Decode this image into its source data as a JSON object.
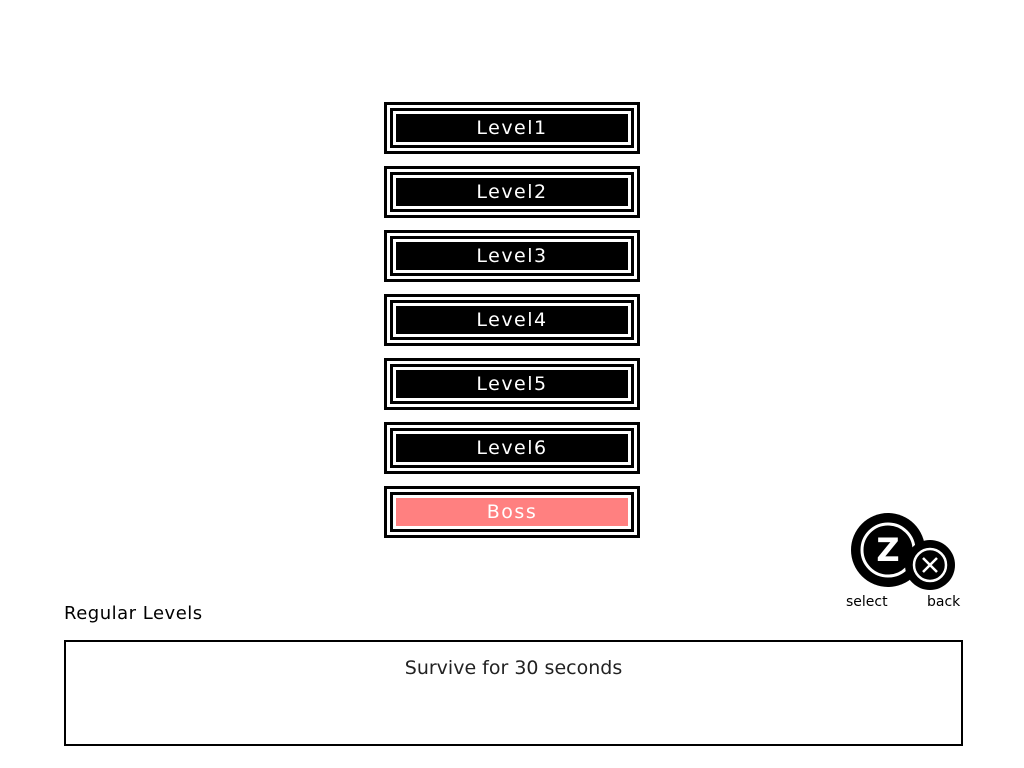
{
  "levels": [
    {
      "label": "Level1",
      "color": "#000000"
    },
    {
      "label": "Level2",
      "color": "#000000"
    },
    {
      "label": "Level3",
      "color": "#000000"
    },
    {
      "label": "Level4",
      "color": "#000000"
    },
    {
      "label": "Level5",
      "color": "#000000"
    },
    {
      "label": "Level6",
      "color": "#000000"
    },
    {
      "label": "Boss",
      "color": "#ff8080"
    }
  ],
  "mode_title": "Regular Levels",
  "description": "Survive for 30 seconds",
  "controls": {
    "select_key": "Z",
    "select_label": "select",
    "back_label": "back"
  }
}
